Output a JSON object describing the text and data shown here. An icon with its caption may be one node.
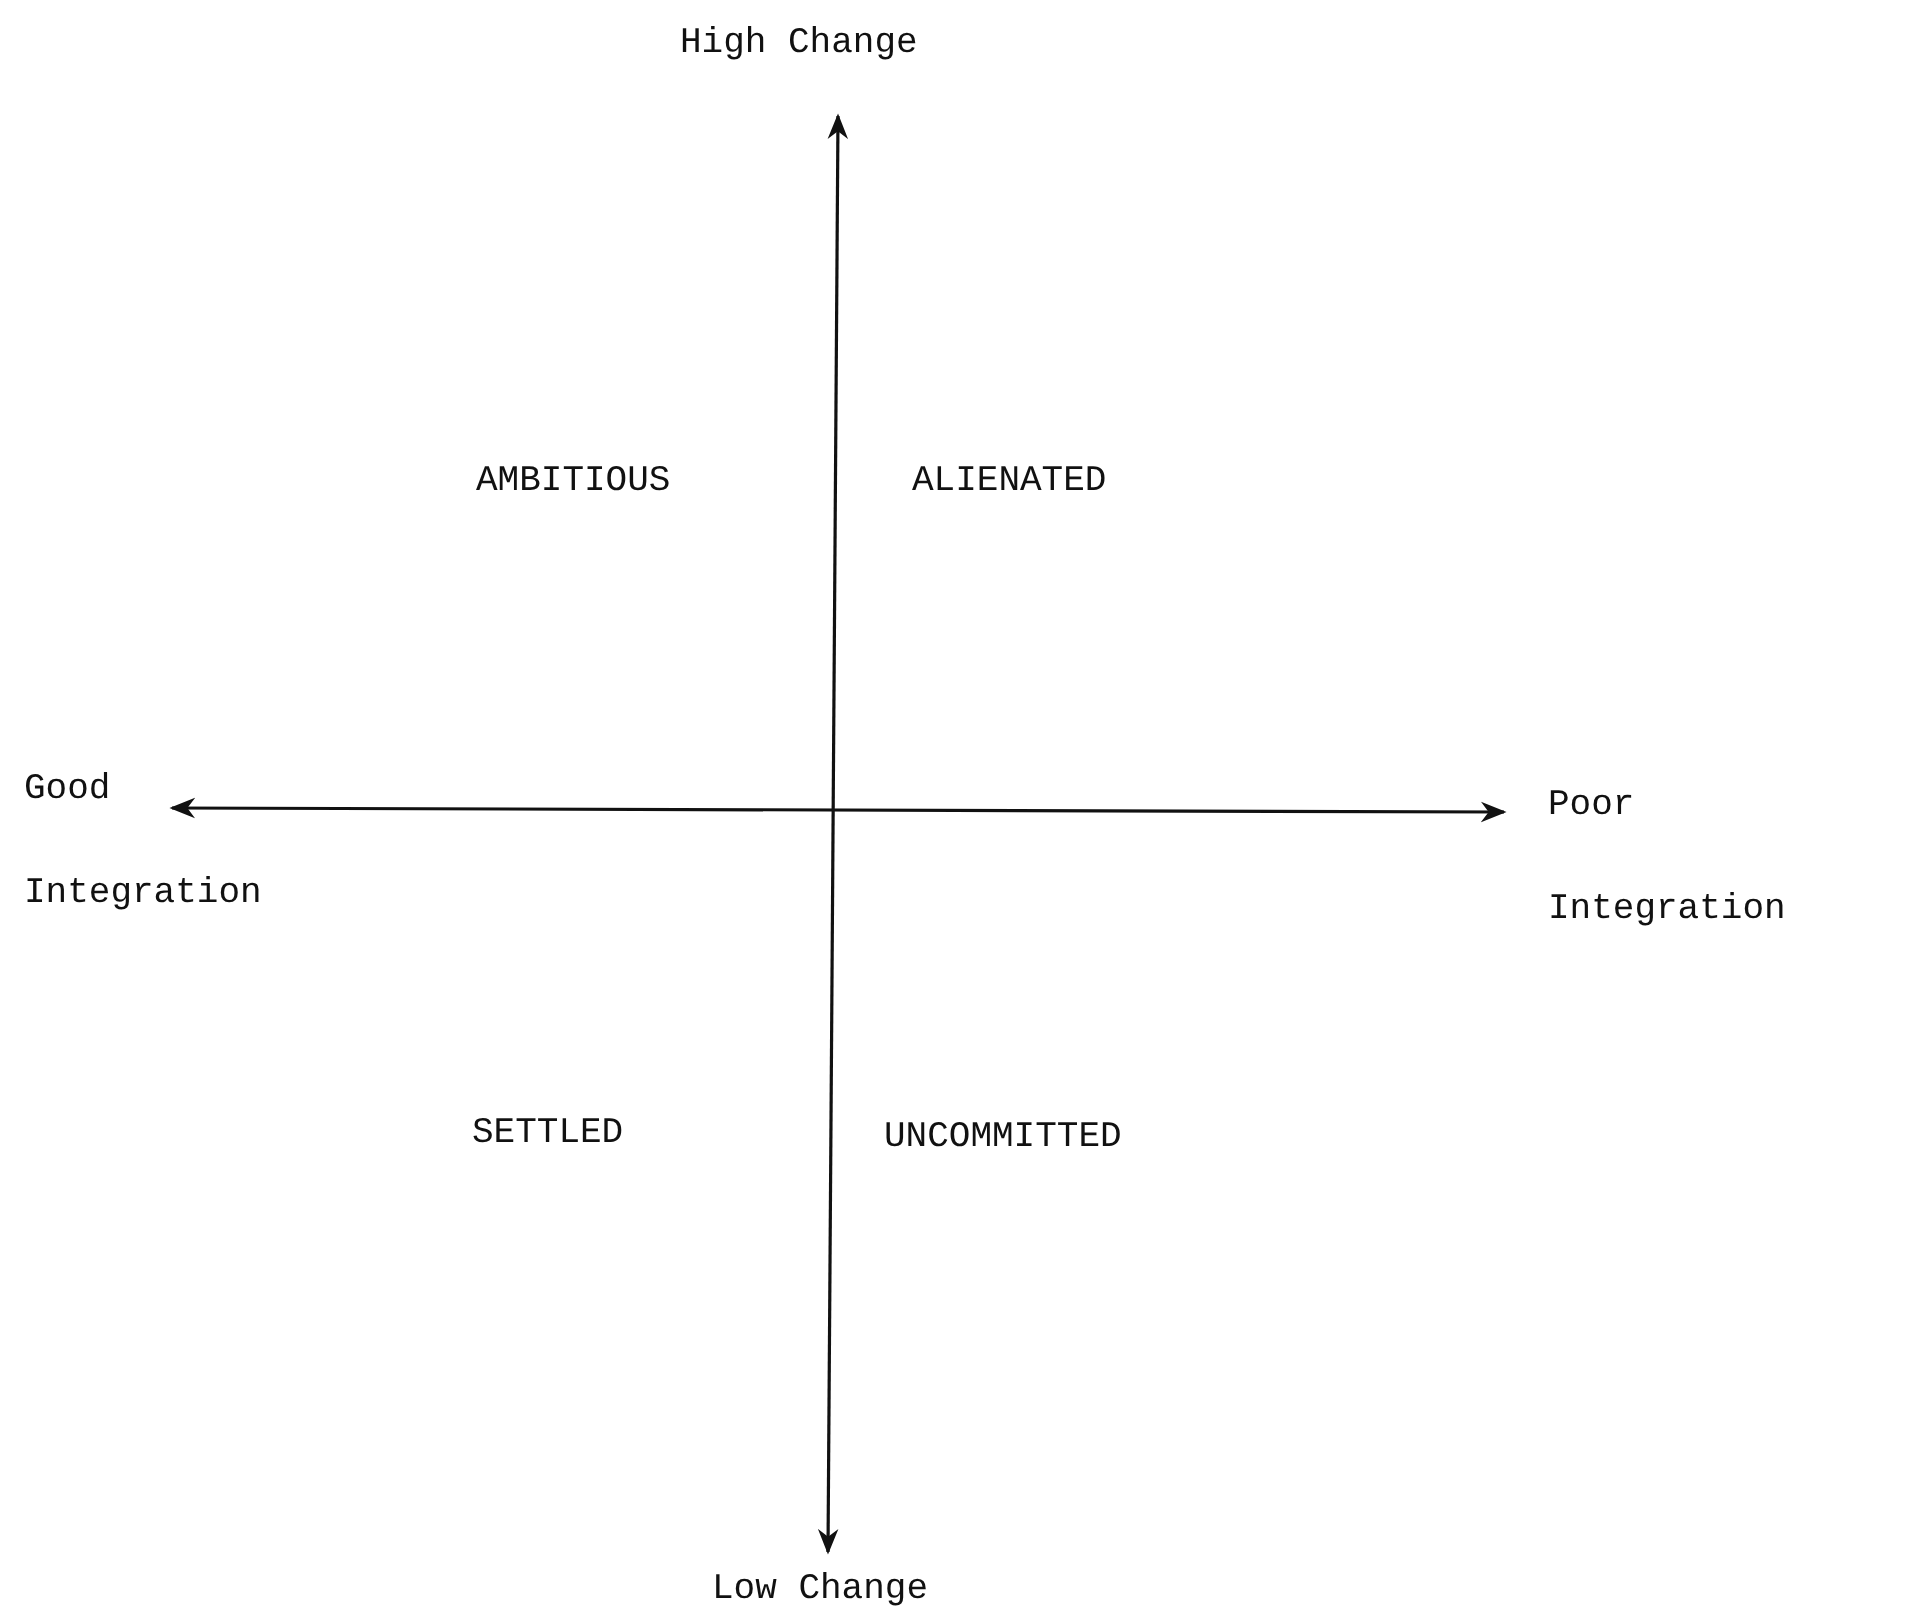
{
  "diagram": {
    "labels": [
      "High Change",
      "AMBITIOUS",
      "ALIENATED",
      "Good Integration",
      "Poor Integration",
      "SETTLED",
      "UNCOMMITTED",
      "Low Change"
    ]
  }
}
